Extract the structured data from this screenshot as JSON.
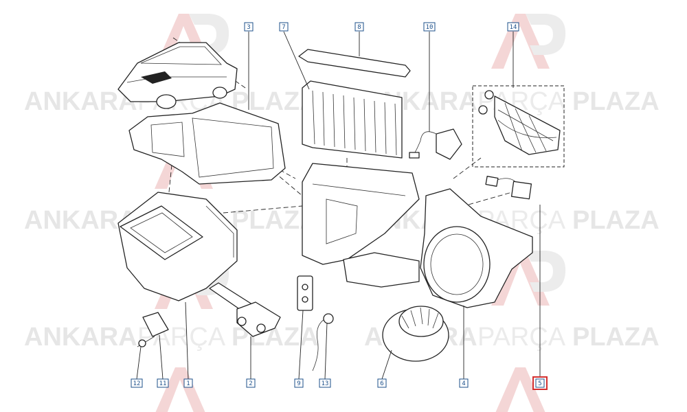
{
  "watermark": {
    "brand_word_1": "ANKARA",
    "brand_word_2": "PARÇA",
    "brand_word_3": "PLAZA",
    "logo_letters": "AP"
  },
  "colors": {
    "watermark_gray": "#e6e6e6",
    "watermark_dark": "#d0d0d0",
    "watermark_red": "#f4d6d6",
    "callout_blue": "#1b4f8a",
    "highlight_red": "#d32f2f",
    "line": "#222222"
  },
  "callouts": [
    {
      "id": "c3a",
      "label": "3"
    },
    {
      "id": "c7",
      "label": "7"
    },
    {
      "id": "c8",
      "label": "8"
    },
    {
      "id": "c10",
      "label": "10"
    },
    {
      "id": "c14",
      "label": "14"
    },
    {
      "id": "c12",
      "label": "12"
    },
    {
      "id": "c11",
      "label": "11"
    },
    {
      "id": "c1",
      "label": "1"
    },
    {
      "id": "c2",
      "label": "2"
    },
    {
      "id": "c9",
      "label": "9"
    },
    {
      "id": "c13",
      "label": "13"
    },
    {
      "id": "c6",
      "label": "6"
    },
    {
      "id": "c4",
      "label": "4"
    },
    {
      "id": "c5",
      "label": "5",
      "highlighted": true
    }
  ]
}
